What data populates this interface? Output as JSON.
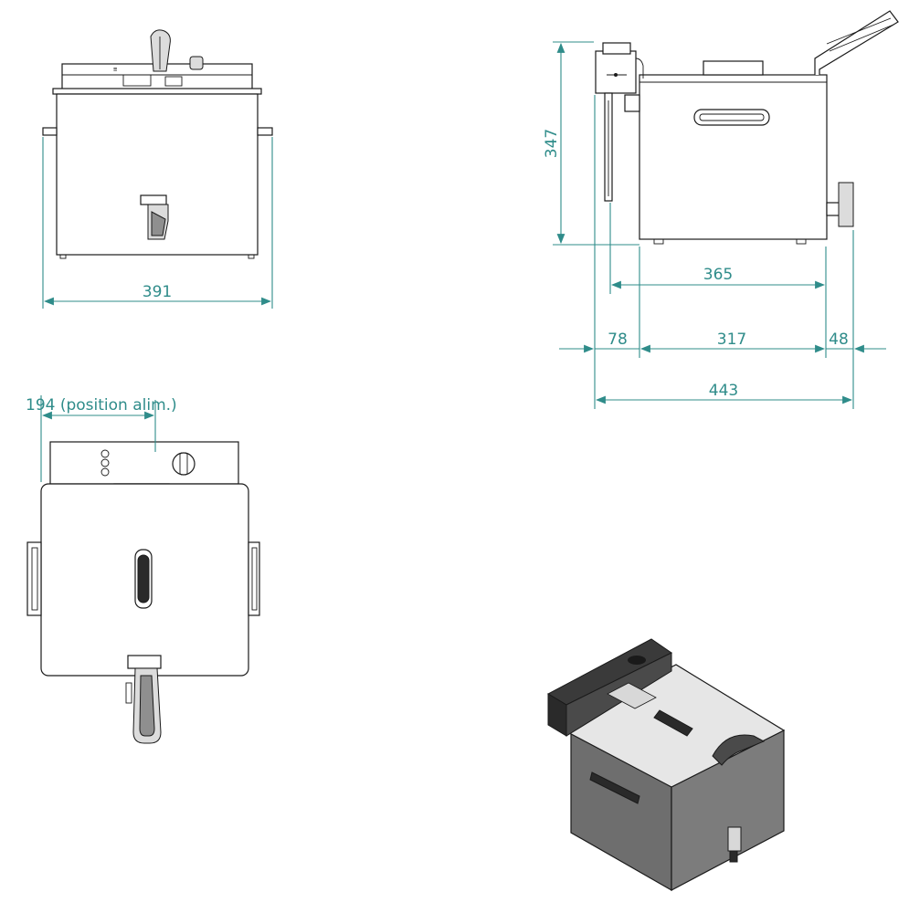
{
  "dimensions": {
    "front_width": "391",
    "side_height": "347",
    "side_depth_body": "365",
    "side_left_offset": "78",
    "side_body_width": "317",
    "side_right_offset": "48",
    "side_total": "443",
    "top_position_label": "194  (position alim.)"
  }
}
